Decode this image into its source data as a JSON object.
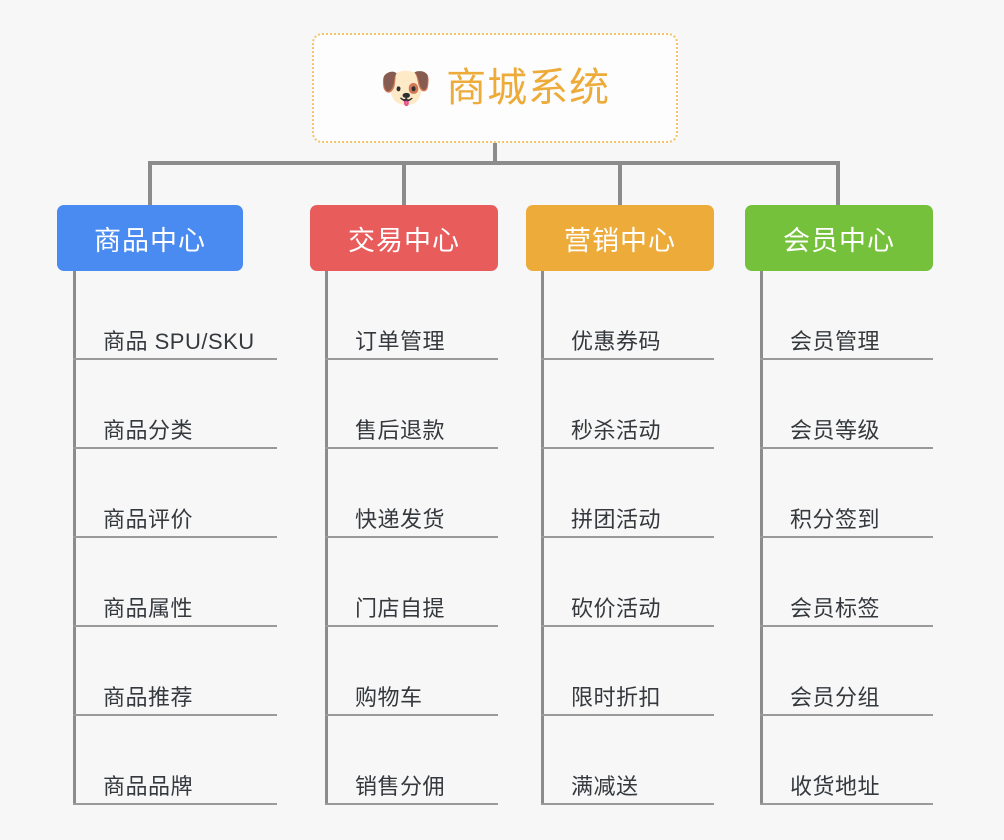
{
  "canvas": {
    "background_color": "#f7f7f7",
    "line_color": "#8c8c8c"
  },
  "root": {
    "icon": "shiba-dog-emoji",
    "icon_glyph": "🐶",
    "title": "商城系统",
    "text_color": "#edab3a",
    "border_style": "dotted",
    "border_color": "#f2c36b",
    "background_color": "#fdfdfd"
  },
  "branches": [
    {
      "id": "product-center",
      "label": "商品中心",
      "color": "#4a8bf2",
      "items": [
        {
          "label": "商品 SPU/SKU"
        },
        {
          "label": "商品分类"
        },
        {
          "label": "商品评价"
        },
        {
          "label": "商品属性"
        },
        {
          "label": "商品推荐"
        },
        {
          "label": "商品品牌"
        }
      ]
    },
    {
      "id": "trade-center",
      "label": "交易中心",
      "color": "#e85c5c",
      "items": [
        {
          "label": "订单管理"
        },
        {
          "label": "售后退款"
        },
        {
          "label": "快递发货"
        },
        {
          "label": "门店自提"
        },
        {
          "label": "购物车"
        },
        {
          "label": "销售分佣"
        }
      ]
    },
    {
      "id": "marketing-center",
      "label": "营销中心",
      "color": "#edab3a",
      "items": [
        {
          "label": "优惠券码"
        },
        {
          "label": "秒杀活动"
        },
        {
          "label": "拼团活动"
        },
        {
          "label": "砍价活动"
        },
        {
          "label": "限时折扣"
        },
        {
          "label": "满减送"
        }
      ]
    },
    {
      "id": "member-center",
      "label": "会员中心",
      "color": "#76c13c",
      "items": [
        {
          "label": "会员管理"
        },
        {
          "label": "会员等级"
        },
        {
          "label": "积分签到"
        },
        {
          "label": "会员标签"
        },
        {
          "label": "会员分组"
        },
        {
          "label": "收货地址"
        }
      ]
    }
  ]
}
